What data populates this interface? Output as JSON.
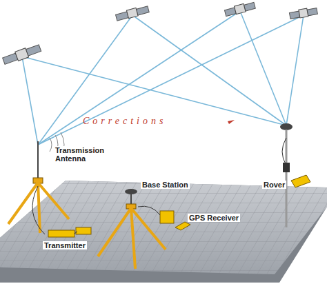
{
  "diagram": {
    "labels": [
      "Transmission Antenna",
      "Base Station",
      "GPS Receiver",
      "Transmitter",
      "Rover",
      "Corrections"
    ]
  }
}
